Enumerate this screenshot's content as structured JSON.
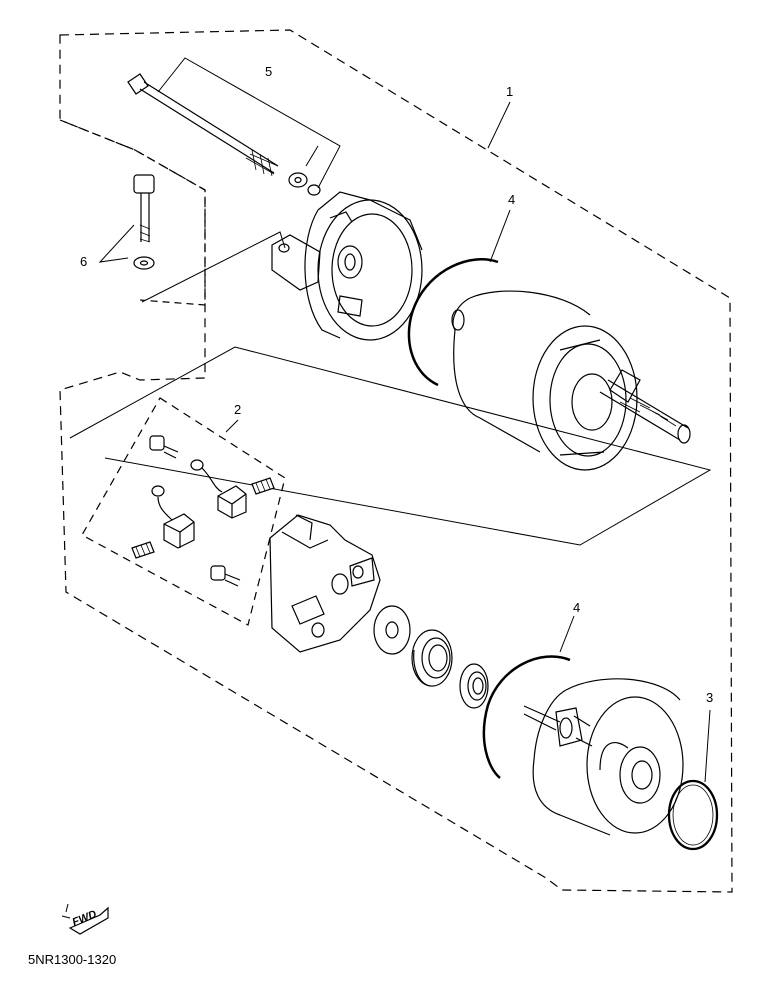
{
  "callouts": {
    "c1": "1",
    "c2": "2",
    "c3": "3",
    "c4a": "4",
    "c4b": "4",
    "c5": "5",
    "c6": "6"
  },
  "fwd_label": "FWD",
  "diagram_code": "5NR1300-1320"
}
